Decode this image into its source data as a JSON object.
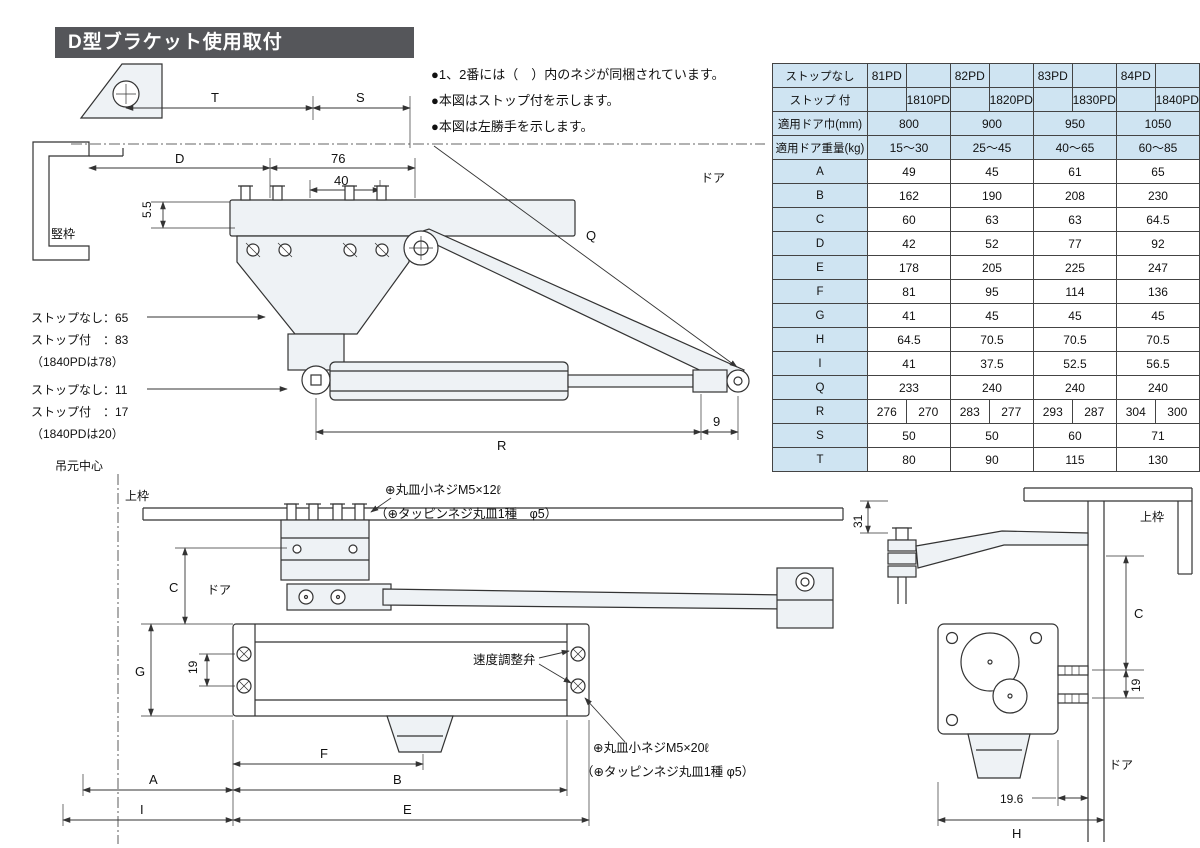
{
  "page": {
    "title": "D型ブラケット使用取付"
  },
  "notes": [
    "●1、2番には（　）内のネジが同梱されています。",
    "●本図はストップ付を示します。",
    "●本図は左勝手を示します。"
  ],
  "table": {
    "header": {
      "row1_label": "ストップなし",
      "row2_label": "ストップ 付",
      "models_no_stop": [
        "81PD",
        "82PD",
        "83PD",
        "84PD"
      ],
      "models_stop": [
        "1810PD",
        "1820PD",
        "1830PD",
        "1840PD"
      ]
    },
    "rows": [
      {
        "label": "適用ドア巾(mm)",
        "values": [
          "800",
          "900",
          "950",
          "1050"
        ]
      },
      {
        "label": "適用ドア重量(kg)",
        "values": [
          "15〜30",
          "25〜45",
          "40〜65",
          "60〜85"
        ]
      },
      {
        "label": "A",
        "values": [
          "49",
          "45",
          "61",
          "65"
        ]
      },
      {
        "label": "B",
        "values": [
          "162",
          "190",
          "208",
          "230"
        ]
      },
      {
        "label": "C",
        "values": [
          "60",
          "63",
          "63",
          "64.5"
        ]
      },
      {
        "label": "D",
        "values": [
          "42",
          "52",
          "77",
          "92"
        ]
      },
      {
        "label": "E",
        "values": [
          "178",
          "205",
          "225",
          "247"
        ]
      },
      {
        "label": "F",
        "values": [
          "81",
          "95",
          "114",
          "136"
        ]
      },
      {
        "label": "G",
        "values": [
          "41",
          "45",
          "45",
          "45"
        ]
      },
      {
        "label": "H",
        "values": [
          "64.5",
          "70.5",
          "70.5",
          "70.5"
        ]
      },
      {
        "label": "I",
        "values": [
          "41",
          "37.5",
          "52.5",
          "56.5"
        ]
      },
      {
        "label": "Q",
        "values": [
          "233",
          "240",
          "240",
          "240"
        ]
      },
      {
        "label": "R",
        "split": true,
        "values": [
          [
            "276",
            "270"
          ],
          [
            "283",
            "277"
          ],
          [
            "293",
            "287"
          ],
          [
            "304",
            "300"
          ]
        ]
      },
      {
        "label": "S",
        "values": [
          "50",
          "50",
          "60",
          "71"
        ]
      },
      {
        "label": "T",
        "values": [
          "80",
          "90",
          "115",
          "130"
        ]
      }
    ]
  },
  "drawing_top": {
    "frame_label": "竪枠",
    "door_label": "ドア",
    "dim_t": "T",
    "dim_s": "S",
    "dim_d": "D",
    "dim_76": "76",
    "dim_40": "40",
    "dim_5_5": "5.5",
    "dim_q": "Q",
    "dim_r": "R",
    "dim_9": "9",
    "stop_note_upper": [
      "ストップなし：65",
      "ストップ付　：83",
      "（1840PDは78）"
    ],
    "stop_note_lower": [
      "ストップなし：11",
      "ストップ付　：17",
      "（1840PDは20）"
    ]
  },
  "drawing_front": {
    "pivot_center_label": "吊元中心",
    "top_frame_label": "上枠",
    "door_label": "ドア",
    "screw_note_upper": [
      "⊕丸皿小ネジM5×12ℓ",
      "（⊕タッピンネジ丸皿1種　φ5）"
    ],
    "valve_label": "速度調整弁",
    "screw_note_lower": [
      "⊕丸皿小ネジM5×20ℓ",
      "（⊕タッピンネジ丸皿1種 φ5）"
    ],
    "dim_c": "C",
    "dim_g": "G",
    "dim_19": "19",
    "dim_f": "F",
    "dim_a": "A",
    "dim_b": "B",
    "dim_i": "I",
    "dim_e": "E"
  },
  "drawing_side": {
    "top_frame_label": "上枠",
    "door_label": "ドア",
    "dim_31": "31",
    "dim_c": "C",
    "dim_19": "19",
    "dim_19_6": "19.6",
    "dim_h": "H"
  }
}
